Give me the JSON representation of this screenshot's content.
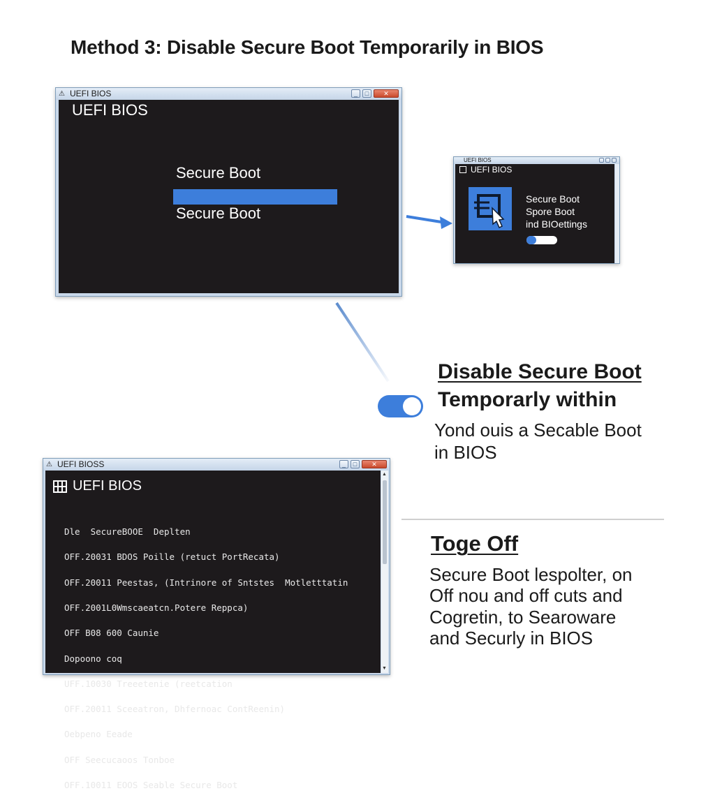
{
  "page": {
    "title": "Method 3: Disable Secure Boot Temporarily in BIOS"
  },
  "window_main": {
    "title": "UEFI BIOS",
    "header": "UEFI BIOS",
    "menu_items": [
      "Secure Boot",
      "Secure Boot"
    ],
    "selected_index": 1,
    "controls": {
      "minimize": "_",
      "maximize": "□",
      "close": "✕"
    }
  },
  "window_small": {
    "title": "UEFI BIOS",
    "header": "UEFI BIOS",
    "lines": [
      "Secure Boot",
      "Spore Boot",
      "ind BIOettings"
    ],
    "toggle_state": "off",
    "icon": "document-pointer-icon"
  },
  "callout": {
    "heading_line1": "Disable Secure Boot",
    "heading_line2": "Temporarly within",
    "body_line1": "Yond ouis a Secable Boot",
    "body_line2": "in BIOS",
    "toggle_state": "on"
  },
  "window_terminal": {
    "title": "UEFI BIOSS",
    "header": "UEFI BIOS",
    "lines": [
      "Dle  SecureBOOE  Deplten",
      "OFF.20031 BDOS Poille (retuct PortRecata)",
      "OFF.20011 Peestas, (Intrinore of Sntstes  Motletttatin",
      "OFF.2001L0Wmscaeatcn.Potere Reppca)",
      "OFF B08 600 Caunie",
      "Dopoono coq",
      "UFF.10030 Treeetenie (reetcation",
      "OFF.20011 Sceeatron, Dhfernoac ContReenin)",
      "Oebpeno Eeade",
      "OFF Seecucaoos Tonboe",
      "OFF.10011 EOOS Seable Secure Boot"
    ]
  },
  "toggle_off_section": {
    "heading": "Toge Off",
    "body_lines": [
      "Secure Boot lespolter, on",
      "Off  nou and off cuts and",
      "Cogretin, to Searoware",
      "and Securly in BIOS"
    ]
  },
  "colors": {
    "accent": "#3d7edb",
    "screen_bg": "#1d1a1c",
    "window_frame": "#c9d8ea"
  }
}
